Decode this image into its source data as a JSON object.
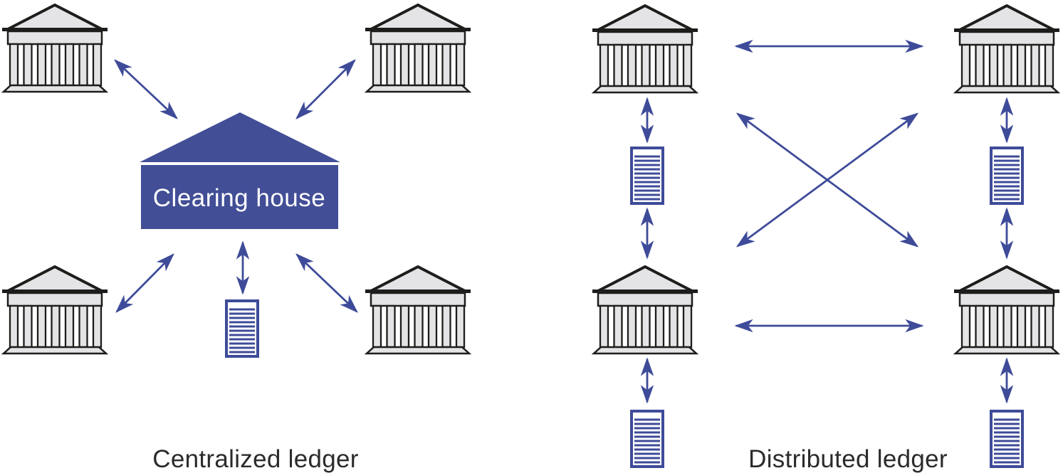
{
  "centralized": {
    "title": "Centralized ledger",
    "clearing_house_label": "Clearing house",
    "bank_count": 4,
    "ledger_count": 1
  },
  "distributed": {
    "title": "Distributed ledger",
    "bank_count": 4,
    "ledger_count": 4
  },
  "colors": {
    "arrow_blue": "#3e4b99",
    "house_blue": "#424e96",
    "ledger_blue": "#3e4b99",
    "bank_fill": "#e4e4e6",
    "bank_stroke": "#1d1d1b",
    "house_text": "#ffffff",
    "label_text": "#2b2b2b",
    "background": "#ffffff"
  },
  "icons": {
    "bank": "bank-icon",
    "ledger": "ledger-icon",
    "arrow": "double-headed-arrow-icon"
  }
}
